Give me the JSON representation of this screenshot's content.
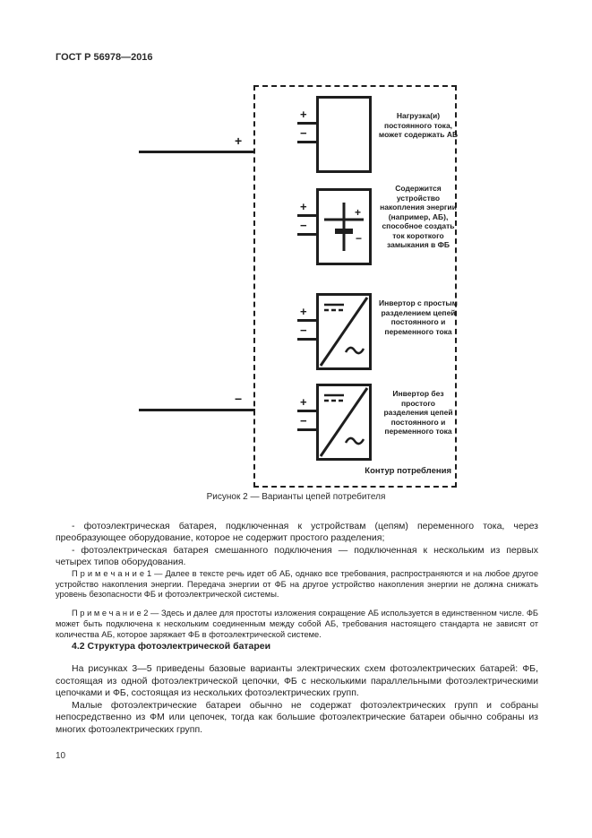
{
  "page": {
    "header": "ГОСТ Р 56978—2016",
    "page_number": "10"
  },
  "figure": {
    "plus_sign": "+",
    "minus_sign": "−",
    "units": [
      {
        "type": "dc-load",
        "label": "Нагрузка(и) постоянного тока, может содержать АБ"
      },
      {
        "type": "energy-storage",
        "label": "Содержится устройство накопления энергии (например, АБ), способное создать ток короткого замыкания в ФБ"
      },
      {
        "type": "inverter-simple-separation",
        "label": "Инвертор с простым разделением цепей постоянного и переменного тока"
      },
      {
        "type": "inverter-no-separation",
        "label": "Инвертор без простого разделения цепей постоянного и переменного тока"
      }
    ],
    "zone_label": "Контур потребления",
    "caption": "Рисунок 2 — Варианты цепей потребителя"
  },
  "content": {
    "bullets": [
      "- фотоэлектрическая батарея, подключенная к устройствам (цепям) переменного тока, через преобразующее оборудование, которое не содержит простого разделения;",
      "- фотоэлектрическая батарея смешанного подключения — подключенная к нескольким из первых четырех типов оборудования."
    ],
    "notes": [
      {
        "label": "П р и м е ч а н и е  1",
        "text": " — Далее в тексте речь идет об АБ, однако все требования, распространяются и на любое другое устройство накопления энергии. Передача энергии от ФБ на другое устройство накопления энергии не должна снижать уровень безопасности ФБ и фотоэлектрической системы."
      },
      {
        "label": "П р и м е ч а н и е  2",
        "text": " — Здесь и далее для простоты изложения сокращение АБ используется в единственном числе. ФБ может быть подключена к нескольким соединенным между собой АБ, требования настоящего стандарта не зависят от количества АБ, которое заряжает ФБ в фотоэлектрической системе."
      }
    ],
    "heading": "4.2 Структура фотоэлектрической батареи",
    "paragraphs": [
      "На рисунках 3—5 приведены базовые варианты электрических схем фотоэлектрических батарей: ФБ, состоящая из одной фотоэлектрической цепочки, ФБ с несколькими параллельными фотоэлектрическими цепочками и ФБ, состоящая из нескольких фотоэлектрических групп.",
      "Малые фотоэлектрические батареи обычно не содержат фотоэлектрических групп и собраны непосредственно из ФМ или цепочек, тогда как большие фотоэлектрические батареи обычно собраны из многих фотоэлектрических групп."
    ]
  },
  "colors": {
    "ink": "#1e1e1e",
    "paper": "#ffffff"
  }
}
